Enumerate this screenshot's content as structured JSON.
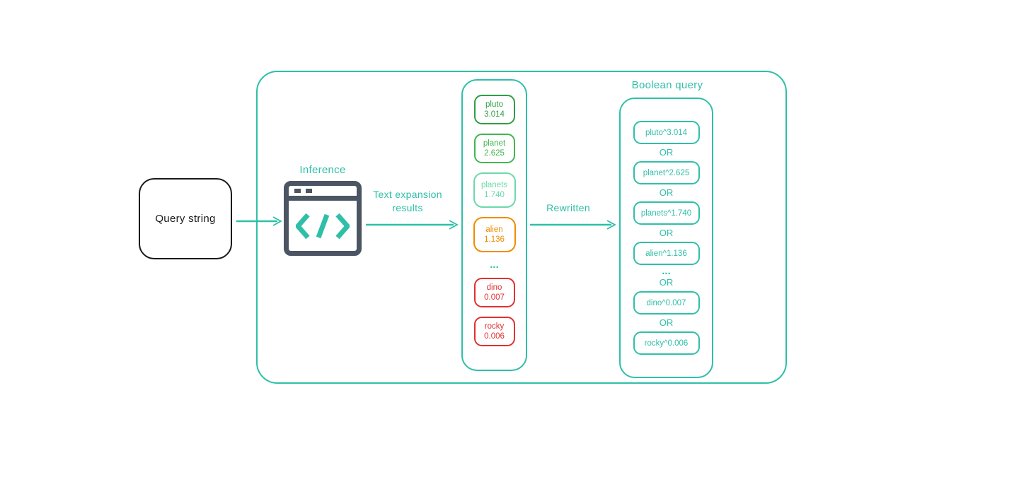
{
  "diagram": {
    "colors": {
      "teal": "#2fbfa8",
      "dark": "#18191b",
      "slate": "#4b5563"
    },
    "query_box_label": "Query string",
    "inference_label": "Inference",
    "text_expansion_label": "Text expansion results",
    "rewritten_label": "Rewritten",
    "boolean_query_label": "Boolean query",
    "or_label": "OR",
    "ellipsis": "...",
    "expansion_tokens": [
      {
        "term": "pluto",
        "score": "3.014",
        "color": "#2f9e44"
      },
      {
        "term": "planet",
        "score": "2.625",
        "color": "#41b64f"
      },
      {
        "term": "planets",
        "score": "1.740",
        "color": "#6cd9a9"
      },
      {
        "term": "alien",
        "score": "1.136",
        "color": "#f08c00"
      },
      {
        "term": "dino",
        "score": "0.007",
        "color": "#e03131"
      },
      {
        "term": "rocky",
        "score": "0.006",
        "color": "#e03131"
      }
    ],
    "boolean_terms": [
      {
        "text": "pluto^3.014"
      },
      {
        "text": "planet^2.625"
      },
      {
        "text": "planets^1.740"
      },
      {
        "text": "alien^1.136"
      },
      {
        "text": "dino^0.007"
      },
      {
        "text": "rocky^0.006"
      }
    ]
  }
}
